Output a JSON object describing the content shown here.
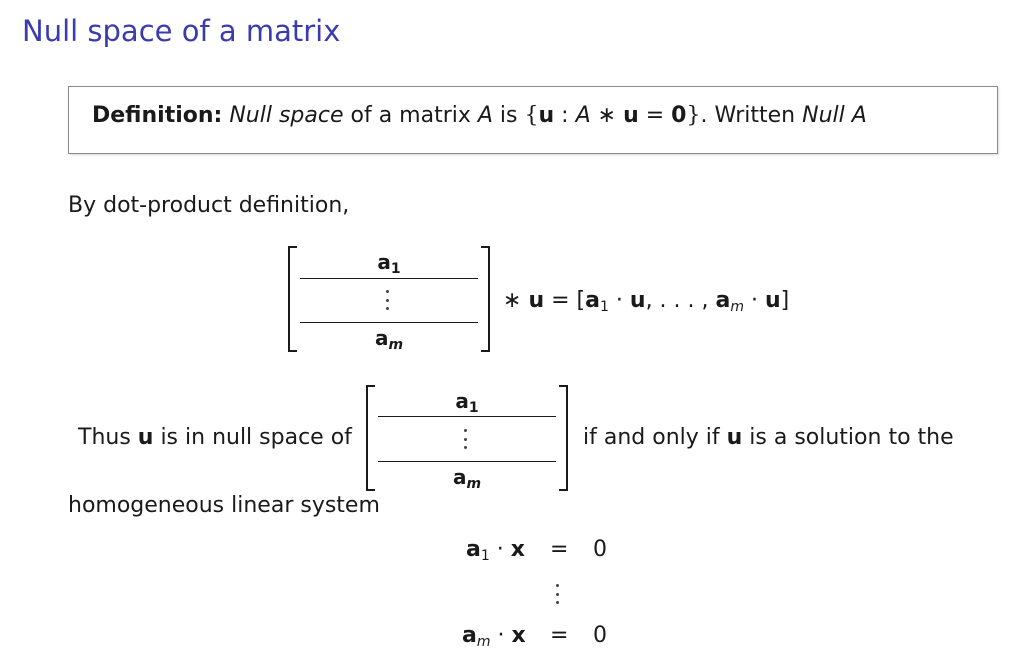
{
  "title": "Null space of a matrix",
  "definition": {
    "label": "Definition:",
    "term": "Null space",
    "text1": " of a matrix ",
    "A": "A",
    "text2": " is ",
    "set_open": "{",
    "u": "u",
    "colon": " : ",
    "A2": "A",
    "star": " ∗ ",
    "u2": "u",
    "eq": " = ",
    "zero": "0",
    "set_close": "}",
    "written": ". Written ",
    "null_a": "Null A"
  },
  "intro": "By dot-product definition,",
  "matrix": {
    "row1_base": "a",
    "row1_sub": "1",
    "rowm_base": "a",
    "rowm_sub": "m"
  },
  "product": {
    "star_u_pre": "∗ ",
    "u": "u",
    "eq": " = [",
    "a1": "a",
    "sub1": "1",
    "dot1": " · ",
    "u1": "u",
    "dots": ", . . . , ",
    "am": "a",
    "subm": "m",
    "dot2": " · ",
    "u2": "u",
    "close": "]"
  },
  "thus": {
    "pre": "Thus ",
    "u": "u",
    "mid": " is in null space of",
    "post_pre": "if and only if ",
    "u2": "u",
    "post": " is a solution to the"
  },
  "homogeneous": "homogeneous linear system",
  "system": {
    "eq1_a": "a",
    "eq1_sub": "1",
    "eq1_dot": " · ",
    "eq1_x": "x",
    "eq1_equals": "=",
    "eq1_rhs": "0",
    "eqm_a": "a",
    "eqm_sub": "m",
    "eqm_dot": " · ",
    "eqm_x": "x",
    "eqm_equals": "=",
    "eqm_rhs": "0"
  }
}
